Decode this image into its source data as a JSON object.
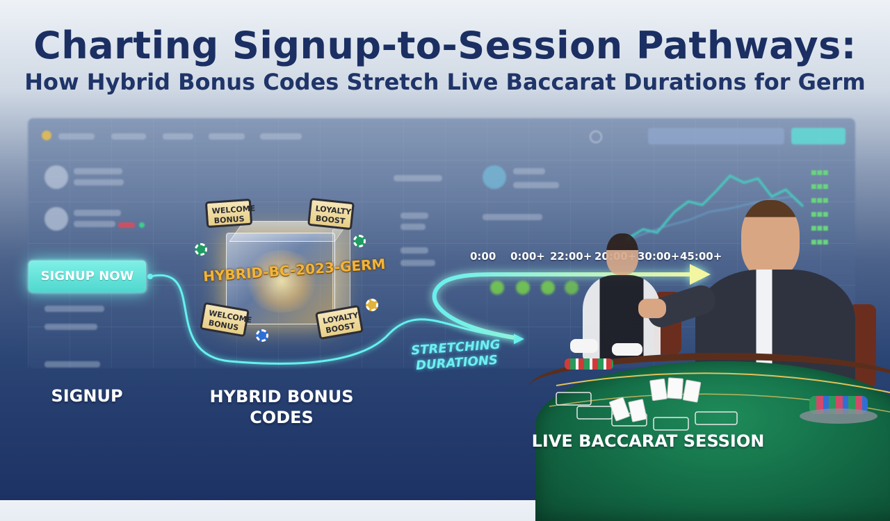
{
  "header": {
    "title": "Charting Signup-to-Session Pathways:",
    "subtitle": "How Hybrid Bonus Codes Stretch Live Baccarat Durations for Germ"
  },
  "signup_button": {
    "label": "SIGNUP NOW"
  },
  "stages": {
    "signup": "SIGNUP",
    "hybrid_line1": "HYBRID BONUS",
    "hybrid_line2": "CODES",
    "session": "LIVE BACCARAT SESSION"
  },
  "cube": {
    "code": "HYBRID-BC-2023-GERM"
  },
  "tags": {
    "welcome_top": [
      "WELCOME",
      "BONUS"
    ],
    "loyalty_top": [
      "LOYALTY",
      "BOOST"
    ],
    "welcome_bottom": [
      "WELCOME",
      "BONUS"
    ],
    "loyalty_bottom": [
      "LOYALTY",
      "BOOST"
    ]
  },
  "timeline": {
    "ticks": [
      "0:00",
      "0:00+",
      "22:00+",
      "20:00+",
      "30:00+",
      "45:00+"
    ],
    "arrow_caption": [
      "STRETCHING",
      "DURATIONS"
    ]
  },
  "colors": {
    "title": "#1b2f63",
    "accent_teal": "#5ee6dc",
    "table_felt": "#1e8b5a",
    "code_gold": "#f2b53a"
  },
  "icons": [
    "chip-icon",
    "cube-icon",
    "arrow-icon",
    "avatar-icon"
  ]
}
